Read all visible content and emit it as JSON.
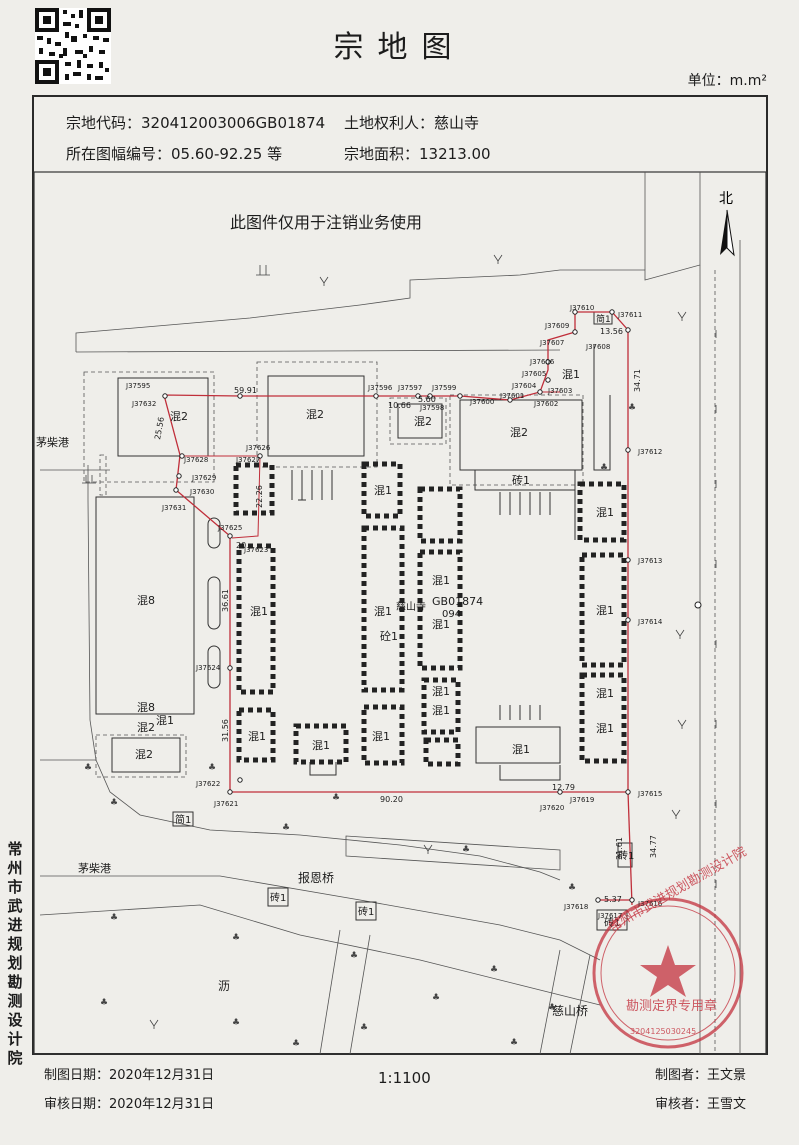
{
  "header": {
    "title": "宗地图",
    "unit": "单位：m.m²"
  },
  "info": {
    "code_label": "宗地代码：",
    "code_value": "320412003006GB01874",
    "owner_label": "土地权利人：",
    "owner_value": "慈山寺",
    "sheet_label": "所在图幅编号：",
    "sheet_value": "05.60-92.25 等",
    "area_label": "宗地面积：",
    "area_value": "13213.00"
  },
  "map": {
    "notice": "此图件仅用于注销业务使用",
    "north": "北",
    "parcel_code": "GB01874",
    "parcel_sub": "094",
    "parcel_name": "慈山寺",
    "places": {
      "maocai_gang_1": "茅柴港",
      "maocai_gang_2": "茅柴港",
      "baoen_bridge": "报恩桥",
      "li": "沥",
      "cishan_bridge": "慈山桥"
    },
    "buildings": {
      "b1": "混2",
      "b2": "混2",
      "b3": "混2",
      "b4": "混2",
      "b5": "砖1",
      "b6": "混1",
      "b7": "混1",
      "b8": "混1",
      "b9": "混1",
      "b10": "砼1",
      "b11": "混1",
      "b12": "混1",
      "b13": "混1",
      "b14": "混1",
      "b15": "混1",
      "b16": "混1",
      "b17": "混1",
      "b18": "混1",
      "b19": "混1",
      "b20": "混1",
      "b21": "混8",
      "b22": "混8",
      "b23": "混2",
      "b24": "混1",
      "b25": "混2",
      "b26": "简1",
      "b27": "砖1",
      "b28": "砖1",
      "b29": "砖1",
      "b30": "砖1",
      "b31": "简1",
      "b32": "混1"
    },
    "points": {
      "p37595": "J37595",
      "p37596": "J37596",
      "p37597": "J37597",
      "p37598": "J37598",
      "p37599": "J37599",
      "p37600": "J37600",
      "p37601": "J37601",
      "p37602": "J37602",
      "p37603": "J37603",
      "p37604": "J37604",
      "p37605": "J37605",
      "p37606": "J37606",
      "p37607": "J37607",
      "p37608": "J37608",
      "p37609": "J37609",
      "p37610": "J37610",
      "p37611": "J37611",
      "p37612": "J37612",
      "p37613": "J37613",
      "p37614": "J37614",
      "p37615": "J37615",
      "p37616": "J37616",
      "p37617": "J37617",
      "p37618": "J37618",
      "p37619": "J37619",
      "p37620": "J37620",
      "p37621": "J37621",
      "p37622": "J37622",
      "p37623": "J37623",
      "p37624": "J37624",
      "p37625": "J37625",
      "p37626": "J37626",
      "p37627": "J37627",
      "p37628": "J37628",
      "p37629": "J37629",
      "p37630": "J37630",
      "p37631": "J37631",
      "p37632": "J37632"
    },
    "dims": {
      "d1": "59.91",
      "d2": "10.66",
      "d3": "5.60",
      "d4": "25.56",
      "d5": "22.26",
      "d6": "36.61",
      "d7": "31.56",
      "d8": "90.20",
      "d9": "12.79",
      "d10": "31.61",
      "d11": "34.71",
      "d12": "34.77",
      "d13": "13.56",
      "d14": "5.37",
      "d15": "20"
    }
  },
  "stamp": {
    "text": "常州市武进规划勘测设计院",
    "sub": "勘测定界专用章",
    "number": "3204125030245"
  },
  "sidebar": "常州市武进规划勘测设计院",
  "footer": {
    "draw_date_label": "制图日期：",
    "draw_date": "2020年12月31日",
    "scale": "1:1100",
    "drafter_label": "制图者：",
    "drafter": "王文景",
    "review_date_label": "审核日期：",
    "review_date": "2020年12月31日",
    "reviewer_label": "审核者：",
    "reviewer": "王雪文"
  }
}
